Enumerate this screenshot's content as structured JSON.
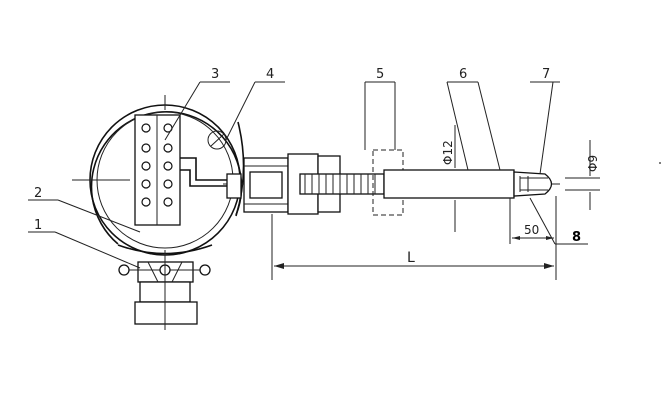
{
  "callouts": {
    "c1": "1",
    "c2": "2",
    "c3": "3",
    "c4": "4",
    "c5": "5",
    "c6": "6",
    "c7": "7",
    "c8": "8"
  },
  "dimensions": {
    "phi12": "Φ12",
    "phi9": "Φ9",
    "len50": "50",
    "lenL": "L"
  }
}
